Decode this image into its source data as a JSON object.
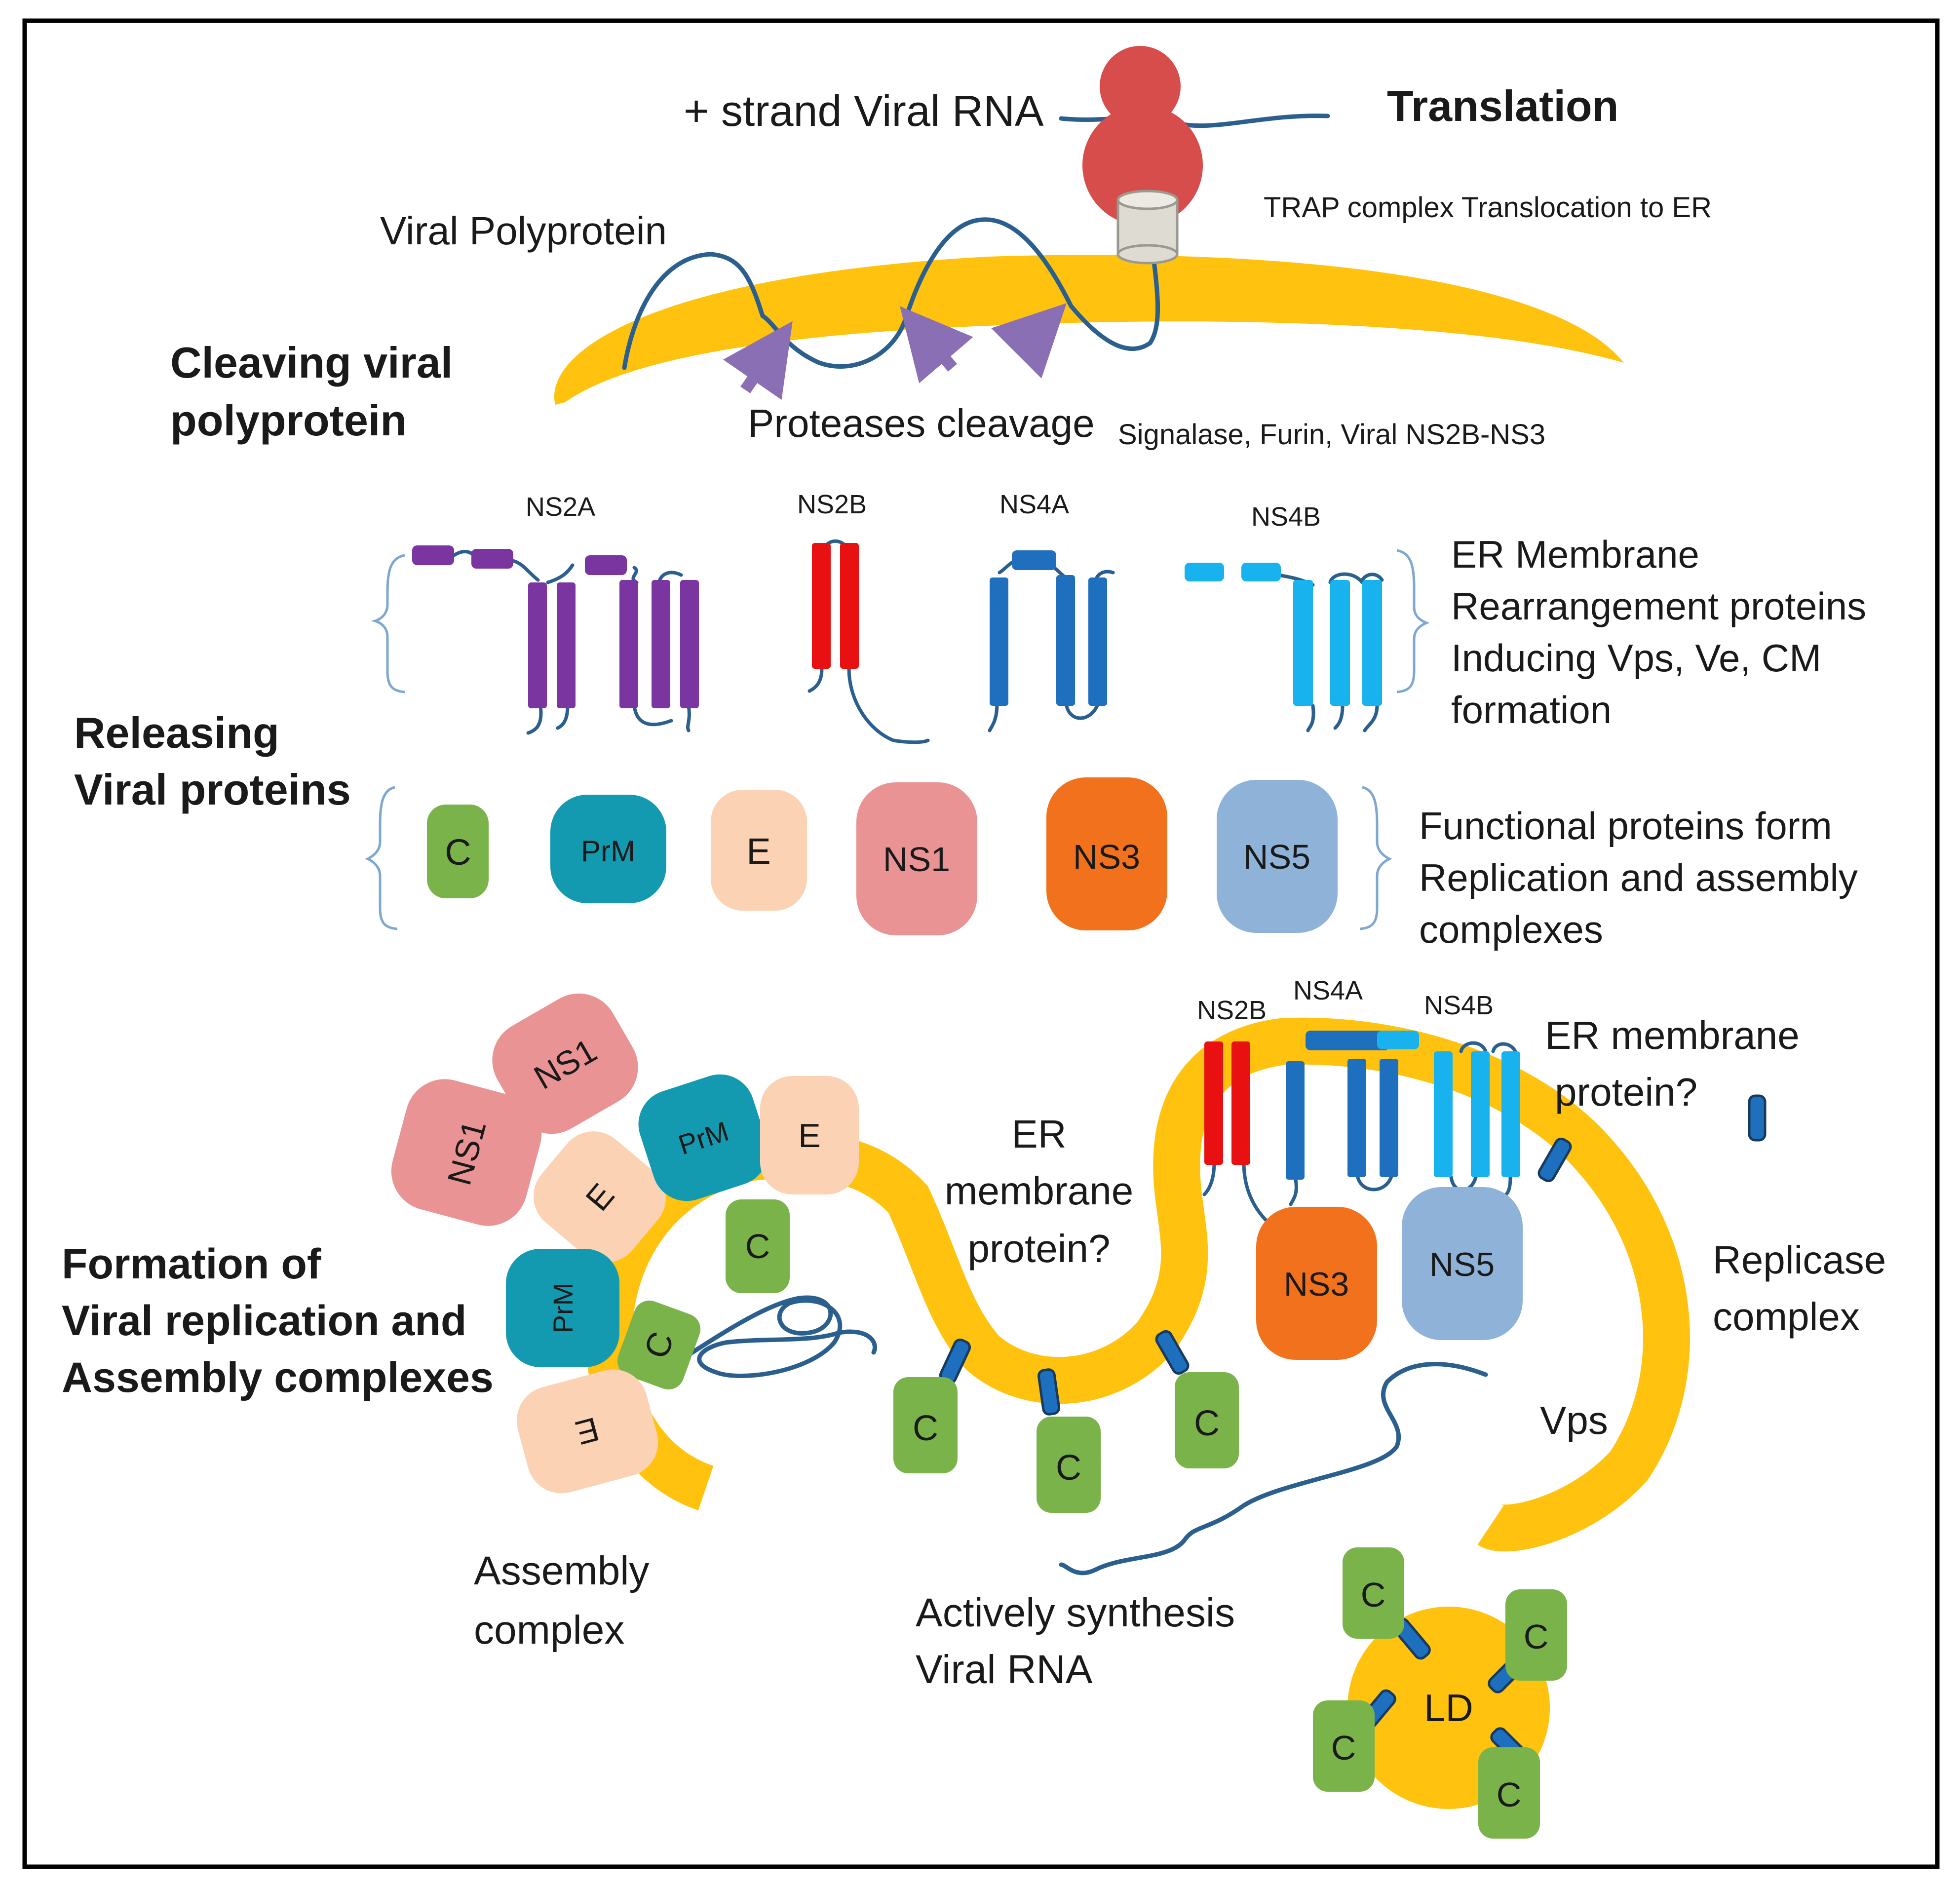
{
  "stages": {
    "translation": "Translation",
    "cleaving_line1": "Cleaving viral",
    "cleaving_line2": "polyprotein",
    "releasing_line1": "Releasing",
    "releasing_line2": "Viral proteins",
    "formation_line1": "Formation of",
    "formation_line2": "Viral replication and",
    "formation_line3": "Assembly complexes"
  },
  "labels": {
    "viral_rna": "+ strand Viral RNA",
    "trap": "TRAP complex Translocation to ER",
    "polyprotein": "Viral Polyprotein",
    "proteases": "Proteases cleavage",
    "signalase": "Signalase,  Furin, Viral NS2B-NS3",
    "er_membrane_line1": "ER Membrane",
    "er_membrane_line2": "Rearrangement proteins",
    "er_membrane_line3": "Inducing Vps, Ve, CM",
    "er_membrane_line4": "formation",
    "functional_line1": "Functional proteins form",
    "functional_line2": "Replication and assembly",
    "functional_line3": "complexes",
    "er_q1_line1": "ER",
    "er_q1_line2": "membrane",
    "er_q1_line3": "protein?",
    "er_q2_line1": "ER membrane",
    "er_q2_line2": "protein?",
    "replicase_line1": "Replicase",
    "replicase_line2": "complex",
    "vps": "Vps",
    "assembly_line1": "Assembly",
    "assembly_line2": "complex",
    "synthesis_line1": "Actively synthesis",
    "synthesis_line2": "Viral RNA",
    "ld": "LD"
  },
  "membrane_proteins": {
    "ns2a": "NS2A",
    "ns2b": "NS2B",
    "ns4a": "NS4A",
    "ns4b": "NS4B"
  },
  "functional_proteins": {
    "c": "C",
    "prm": "PrM",
    "e": "E",
    "ns1": "NS1",
    "ns3": "NS3",
    "ns5": "NS5"
  },
  "complex_labels": {
    "ns2b": "NS2B",
    "ns4a": "NS4A",
    "ns4b": "NS4B",
    "ns3": "NS3",
    "ns5": "NS5"
  },
  "assembly_proteins": {
    "ns1_a": "NS1",
    "ns1_b": "NS1",
    "prm_a": "PrM",
    "prm_b": "PrM",
    "e_a": "E",
    "e_b": "E",
    "e_c": "E",
    "c_a": "C",
    "c_b": "C"
  },
  "capsid_labels": {
    "c1": "C",
    "c2": "C",
    "c3": "C",
    "ld_c1": "C",
    "ld_c2": "C",
    "ld_c3": "C",
    "ld_c4": "C"
  },
  "colors": {
    "er": "#ffc20e",
    "rna": "#2a5f8e",
    "ribosome": "#d64d4b",
    "arrow": "#8a6fb5",
    "ns2a": "#7a35a0",
    "ns2b": "#e81010",
    "ns4a": "#1f6fbf",
    "ns4b": "#18b2ee",
    "c": "#7ab34a",
    "prm": "#139ab0",
    "e": "#fbd2b4",
    "ns1": "#e99394",
    "ns3": "#f2711c",
    "ns5": "#8fb2d8"
  }
}
